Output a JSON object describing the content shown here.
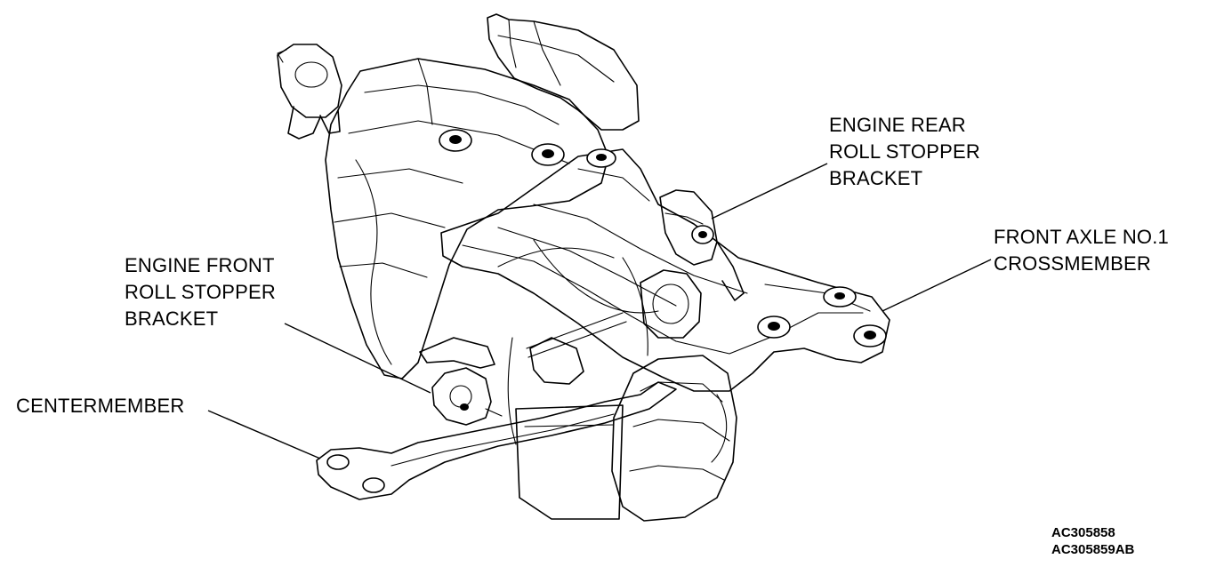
{
  "labels": {
    "engine_rear_roll_stopper_bracket": [
      "ENGINE REAR",
      "ROLL STOPPER",
      "BRACKET"
    ],
    "front_axle_no1_crossmember": [
      "FRONT AXLE NO.1",
      "CROSSMEMBER"
    ],
    "engine_front_roll_stopper_bracket": [
      "ENGINE FRONT",
      "ROLL STOPPER",
      "BRACKET"
    ],
    "centermember": [
      "CENTERMEMBER"
    ]
  },
  "figure_codes": [
    "AC305858",
    "AC305859AB"
  ]
}
